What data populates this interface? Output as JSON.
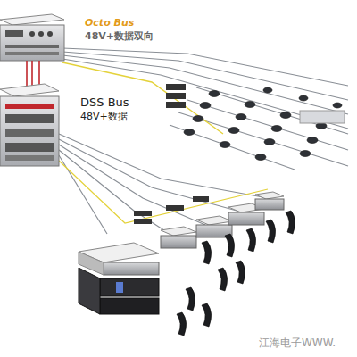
{
  "diagram": {
    "labels": [
      "Octo Bus",
      "48V+数据双向",
      "DSS Bus",
      "48V+数据",
      "江海电子WWW."
    ]
  }
}
